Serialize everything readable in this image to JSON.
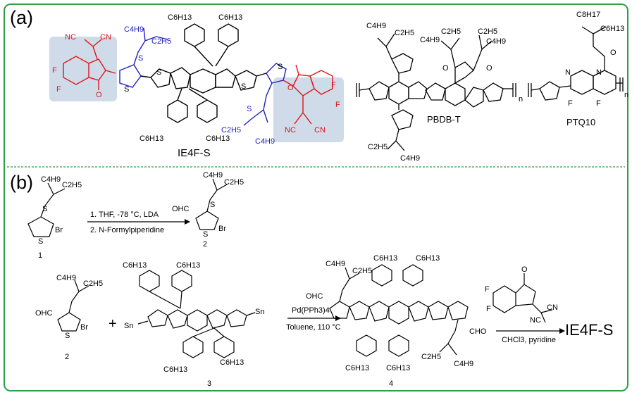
{
  "panel_a": {
    "label": "(a)",
    "ie4fs": {
      "name": "IE4F-S",
      "nc_top_left": "NC",
      "cn_top_left": "CN",
      "nc_bottom_right": "NC",
      "cn_bottom_right": "CN",
      "f1": "F",
      "f2": "F",
      "f3": "F",
      "f4": "F",
      "o_left": "O",
      "o_right": "O",
      "s_left": "S",
      "s_right": "S",
      "s_left_ring": "S",
      "s_right_ring": "S",
      "s_core_left": "S",
      "s_core_right": "S",
      "c4h9_top": "C4H9",
      "c2h5_top": "C2H5",
      "c2h5_bottom": "C2H5",
      "c4h9_bottom": "C4H9",
      "c6h13_1": "C6H13",
      "c6h13_2": "C6H13",
      "c6h13_3": "C6H13",
      "c6h13_4": "C6H13"
    },
    "pbdbt": {
      "name": "PBDB-T",
      "n": "n",
      "c4h9_a": "C4H9",
      "c2h5_a": "C2H5",
      "c4h9_b": "C4H9",
      "c2h5_b": "C2H5",
      "c2h5_c": "C2H5",
      "c2h5_d": "C2H5",
      "c4h9_d": "C4H9",
      "o_a": "O",
      "o_b": "O"
    },
    "ptq10": {
      "name": "PTQ10",
      "n": "n",
      "c8h17": "C8H17",
      "c6h13": "C6H13",
      "n1": "N",
      "n2": "N",
      "o": "O",
      "f1": "F",
      "f2": "F"
    }
  },
  "panel_b": {
    "label": "(b)",
    "step1": {
      "cond1": "1. THF, -78 °C, LDA",
      "cond2": "2. N-Formylpiperidine",
      "cmpd1": "1",
      "cmpd2": "2",
      "br": "Br",
      "ohc": "OHC",
      "s": "S",
      "c4h9": "C4H9",
      "c2h5": "C2H5"
    },
    "step2": {
      "plus": "+",
      "cat": "Pd(PPh3)4",
      "solvent": "Toluene, 110 °C",
      "cmpd2": "2",
      "cmpd3": "3",
      "cmpd4": "4",
      "sn_left": "Sn",
      "sn_right": "Sn",
      "ohc_left": "OHC",
      "cho_right": "CHO",
      "c6h13": "C6H13",
      "c4h9": "C4H9",
      "c2h5": "C2H5",
      "br": "Br"
    },
    "step3": {
      "cond": "CHCl3, pyridine",
      "f": "F",
      "o": "O",
      "nc": "NC",
      "cn": "CN",
      "product": "IE4F-S"
    }
  },
  "colors": {
    "frame": "#2e9e47",
    "red": "#e0151a",
    "blue": "#1f1fbf",
    "highlight": "#cfdbe8"
  }
}
